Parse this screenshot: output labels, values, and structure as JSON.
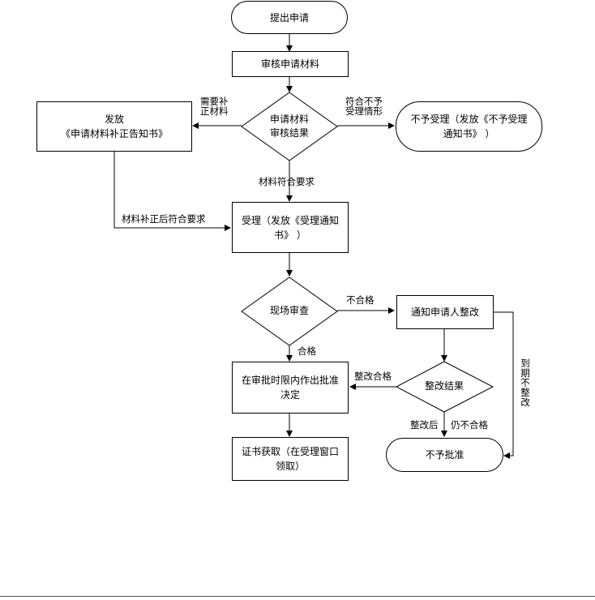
{
  "nodes": {
    "start": "提出申请",
    "review_materials": "审核申请材料",
    "review_result_l1": "申请材料",
    "review_result_l2": "审核结果",
    "supplement_l1": "发放",
    "supplement_l2": "《申请材料补正告知书》",
    "reject_l1": "不予受理（发放《不予受理",
    "reject_l2": "通知书》 ）",
    "accept_l1": "受理（发放《受理通知",
    "accept_l2": "书》 ）",
    "onsite_review": "现场审查",
    "notify_fix": "通知申请人整改",
    "decision_l1": "在审批时限内作出批准",
    "decision_l2": "决定",
    "fix_result": "整改结果",
    "certificate_l1": "证书获取（在受理窗口",
    "certificate_l2": "领取）",
    "not_approved": "不予批准"
  },
  "labels": {
    "need_supplement_l1": "需要补",
    "need_supplement_l2": "正材料",
    "not_accept_l1": "符合不予",
    "not_accept_l2": "受理情形",
    "materials_ok": "材料符合要求",
    "after_supplement": "材料补正后符合要求",
    "unqualified": "不合格",
    "qualified": "合格",
    "fix_qualified": "整改合格",
    "after_fix": "整改后",
    "still_unqualified": "仍不合格",
    "overdue_no_fix": "到期不整改"
  }
}
